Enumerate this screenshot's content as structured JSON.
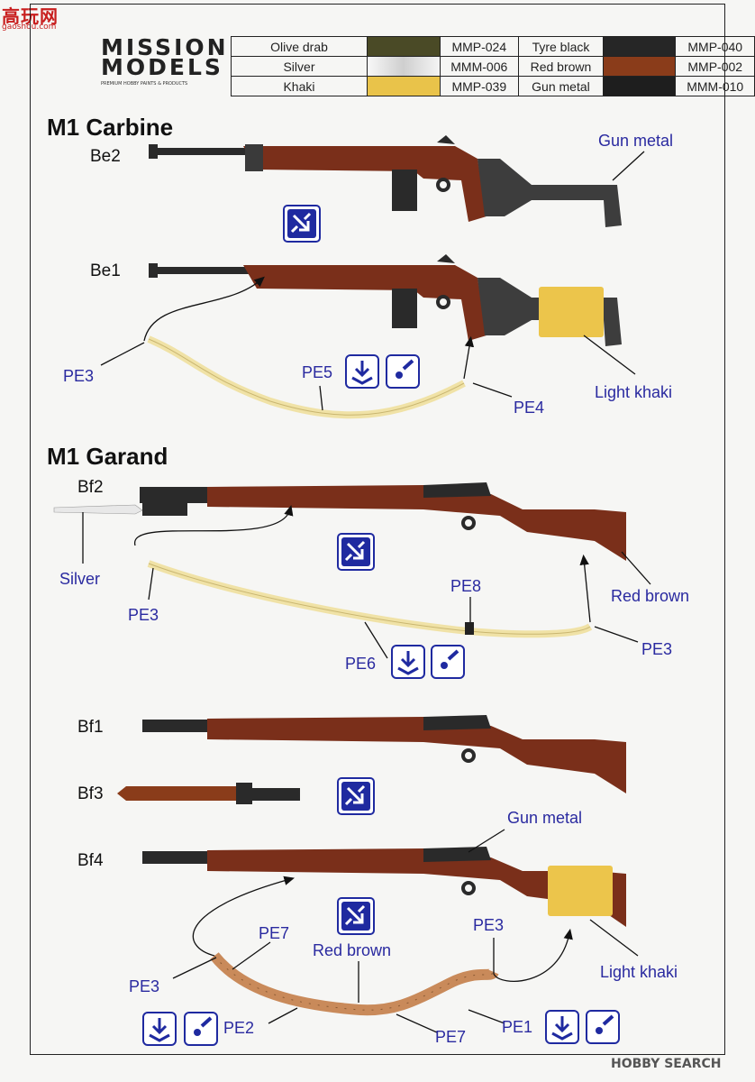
{
  "watermark": {
    "text": "高玩网",
    "sub": "gaoshou.com"
  },
  "brand": {
    "line1": "MISSION",
    "line2": "MODELS",
    "tagline": "PREMIUM HOBBY PAINTS & PRODUCTS"
  },
  "paints": [
    {
      "name": "Olive drab",
      "code": "MMP-024",
      "color": "#4a4a26",
      "name2": "Tyre black",
      "code2": "MMP-040",
      "color2": "#262626"
    },
    {
      "name": "Silver",
      "code": "MMM-006",
      "color": "#e4e4e4",
      "name2": "Red brown",
      "code2": "MMP-002",
      "color2": "#8a3c1a"
    },
    {
      "name": "Khaki",
      "code": "MMP-039",
      "color": "#e9c34a",
      "name2": "Gun metal",
      "code2": "MMM-010",
      "color2": "#1e1e1e"
    }
  ],
  "sections": {
    "carbine": "M1 Carbine",
    "garand": "M1 Garand"
  },
  "parts": {
    "be2": "Be2",
    "be1": "Be1",
    "bf2": "Bf2",
    "bf1": "Bf1",
    "bf3": "Bf3",
    "bf4": "Bf4"
  },
  "notes": {
    "gun_metal_1": "Gun metal",
    "pe3_a": "PE3",
    "pe5": "PE5",
    "pe4": "PE4",
    "light_khaki_1": "Light khaki",
    "silver": "Silver",
    "pe3_b": "PE3",
    "pe8": "PE8",
    "red_brown_1": "Red brown",
    "pe6": "PE6",
    "pe3_c": "PE3",
    "gun_metal_2": "Gun metal",
    "pe7_a": "PE7",
    "red_brown_2": "Red brown",
    "pe3_d": "PE3",
    "pe3_e": "PE3",
    "light_khaki_2": "Light khaki",
    "pe2": "PE2",
    "pe7_b": "PE7",
    "pe1": "PE1"
  },
  "footer": "HOBBY SEARCH",
  "colors": {
    "wood": "#7a2f1a",
    "metal": "#2a2a2a",
    "khaki": "#ecc54b",
    "strap": "#f0e2a6",
    "leather": "#c98a5a",
    "icon": "#1f2aa0",
    "note": "#2a2aa0"
  }
}
